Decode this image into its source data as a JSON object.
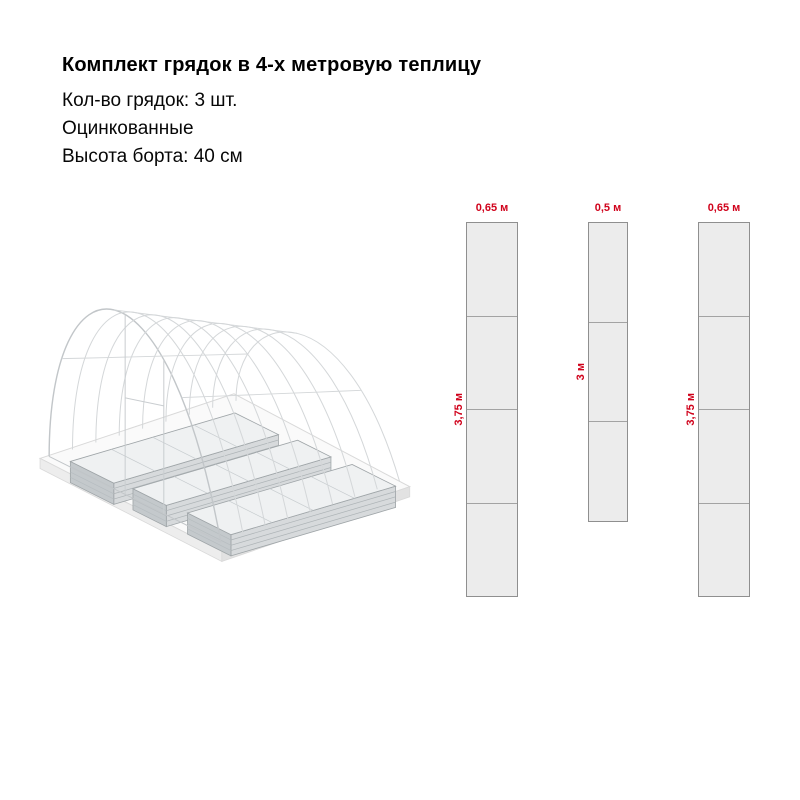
{
  "product": {
    "title": "Комплект грядок в 4-х метровую теплицу",
    "specs": [
      "Кол-во грядок: 3 шт.",
      "Оцинкованные",
      "Высота борта: 40 см"
    ]
  },
  "illustration": {
    "name": "greenhouse-with-three-beds-3d"
  },
  "diagram": {
    "accent_color": "#d0021b",
    "beds": [
      {
        "width_label": "0,65 м",
        "height_label": "3,75 м",
        "width_m": 0.65,
        "length_m": 3.75,
        "segments": 4
      },
      {
        "width_label": "0,5 м",
        "height_label": "3 м",
        "width_m": 0.5,
        "length_m": 3.0,
        "segments": 3
      },
      {
        "width_label": "0,65 м",
        "height_label": "3,75 м",
        "width_m": 0.65,
        "length_m": 3.75,
        "segments": 4
      }
    ]
  }
}
